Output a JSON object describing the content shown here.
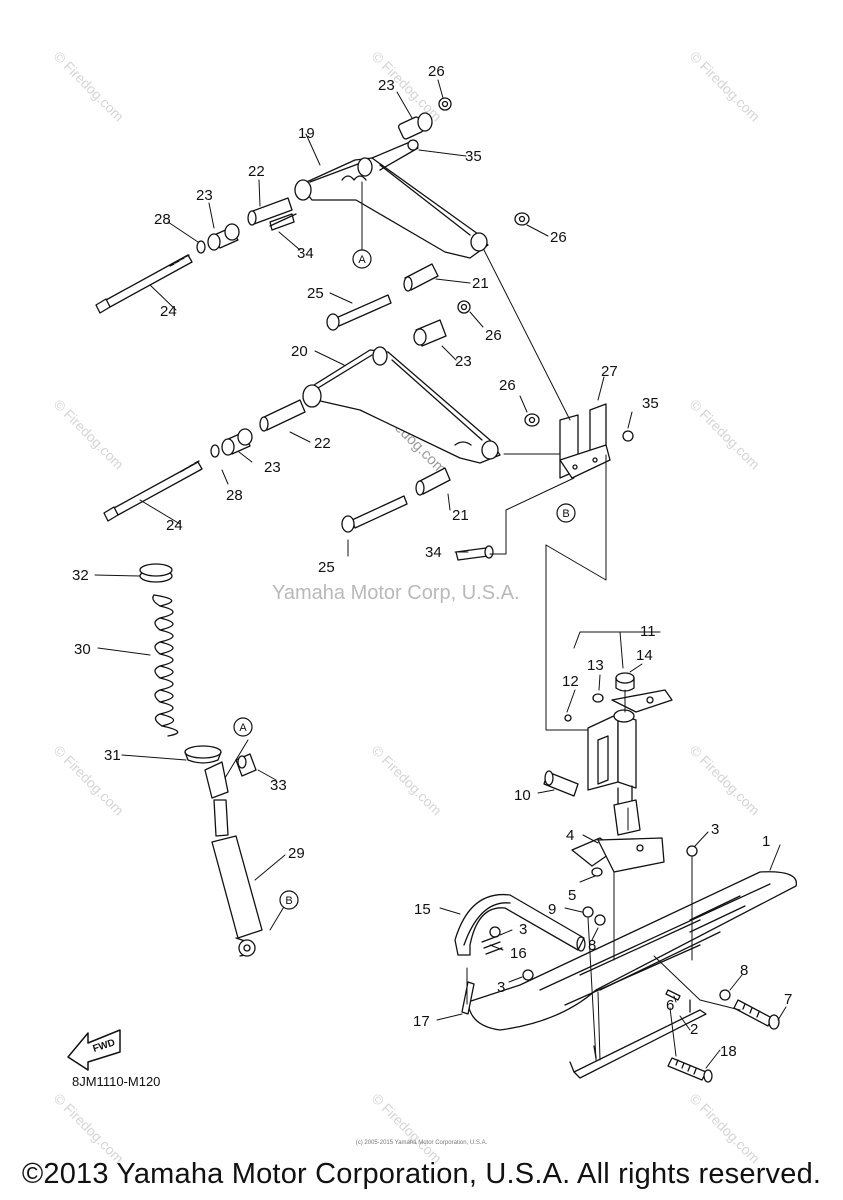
{
  "callouts": {
    "c1": "1",
    "c2": "2",
    "c3": "3",
    "c4": "4",
    "c5": "5",
    "c6": "6",
    "c7": "7",
    "c8": "8",
    "c9": "9",
    "c10": "10",
    "c11": "11",
    "c12": "12",
    "c13": "13",
    "c14": "14",
    "c15": "15",
    "c16": "16",
    "c17": "17",
    "c18": "18",
    "c19": "19",
    "c20": "20",
    "c21": "21",
    "c22": "22",
    "c23": "23",
    "c24": "24",
    "c25": "25",
    "c26": "26",
    "c27": "27",
    "c28": "28",
    "c29": "29",
    "c30": "30",
    "c31": "31",
    "c32": "32",
    "c33": "33",
    "c34": "34",
    "c35": "35"
  },
  "markers": {
    "a": "A",
    "b": "B"
  },
  "fwd_label": "FWD",
  "doc_code": "8JM1110-M120",
  "center_watermark": "Yamaha Motor Corp, U.S.A.",
  "center_watermark_logo": "© Firedog.com",
  "corner_watermark": "© Firedog.com",
  "micro_footer": "(c) 2005-2015 Yamaha Motor Corporation, U.S.A.",
  "footer": "©2013 Yamaha Motor Corporation, U.S.A. All rights reserved."
}
